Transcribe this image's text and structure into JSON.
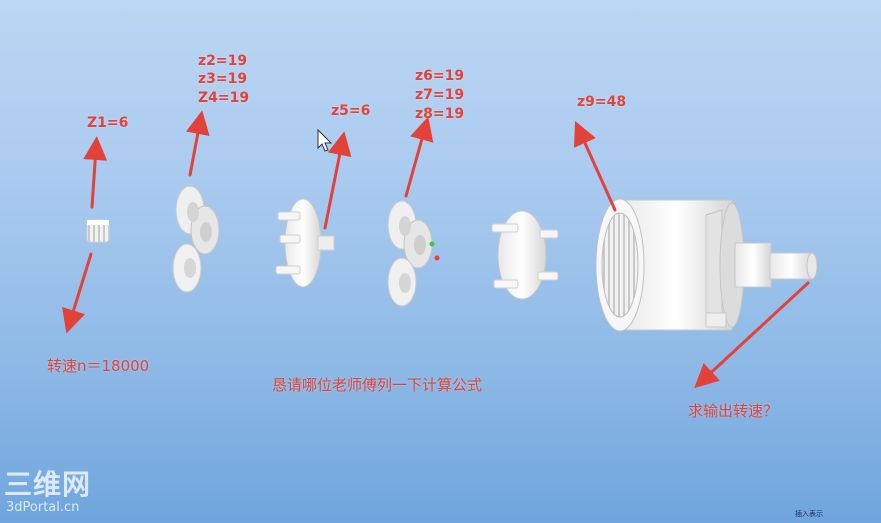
{
  "labels": {
    "z1": "Z1=6",
    "z2": "z2=19",
    "z3": "z3=19",
    "z4": "Z4=19",
    "z5": "z5=6",
    "z6": "z6=19",
    "z7": "z7=19",
    "z8": "z8=19",
    "z9": "z9=48",
    "input_speed": "转速n＝18000",
    "request": "恳请哪位老师傅列一下计算公式",
    "question": "求输出转速？"
  },
  "watermark": {
    "main": "三维网",
    "sub": "3dPortal.cn"
  },
  "corner_text": "插入表示",
  "colors": {
    "annotation": "#e2423a",
    "part": "#f4f4f4",
    "background_top": "#bcd6f3",
    "background_bottom": "#6fa5dd"
  }
}
